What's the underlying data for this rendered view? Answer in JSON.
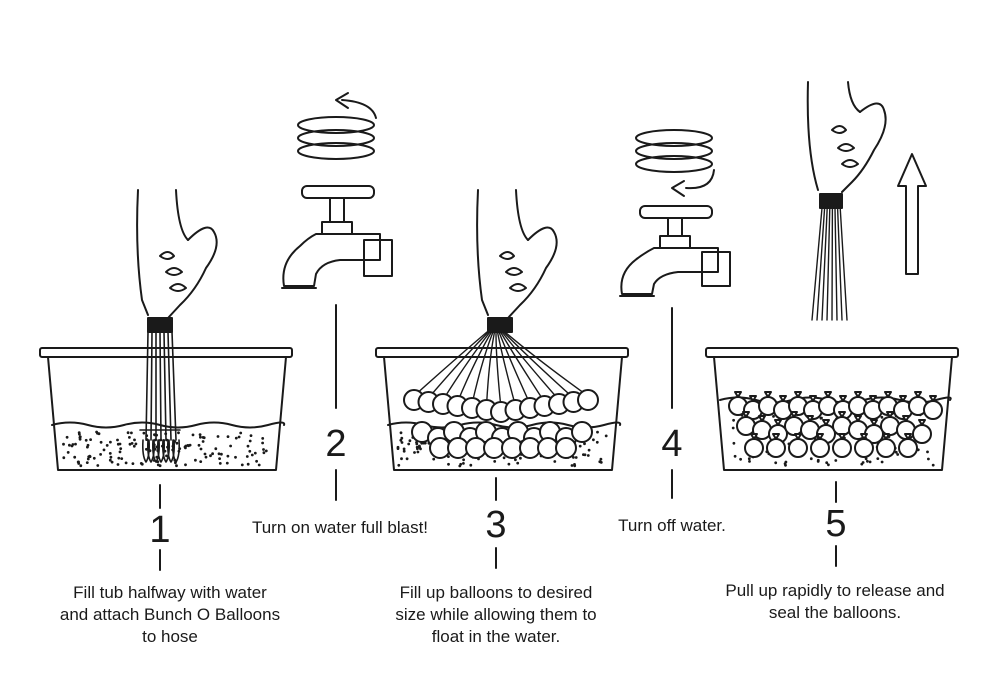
{
  "steps": [
    {
      "number": "1",
      "caption": "Fill tub halfway with water\nand attach Bunch O Balloons\nto hose"
    },
    {
      "number": "2",
      "caption": "Turn on water full blast!"
    },
    {
      "number": "3",
      "caption": "Fill up balloons to desired\nsize while allowing them to\nfloat in the water."
    },
    {
      "number": "4",
      "caption": "Turn off water."
    },
    {
      "number": "5",
      "caption": "Pull up rapidly to release and\nseal the balloons."
    }
  ],
  "colors": {
    "ink": "#1a1a1a",
    "background": "#ffffff"
  }
}
